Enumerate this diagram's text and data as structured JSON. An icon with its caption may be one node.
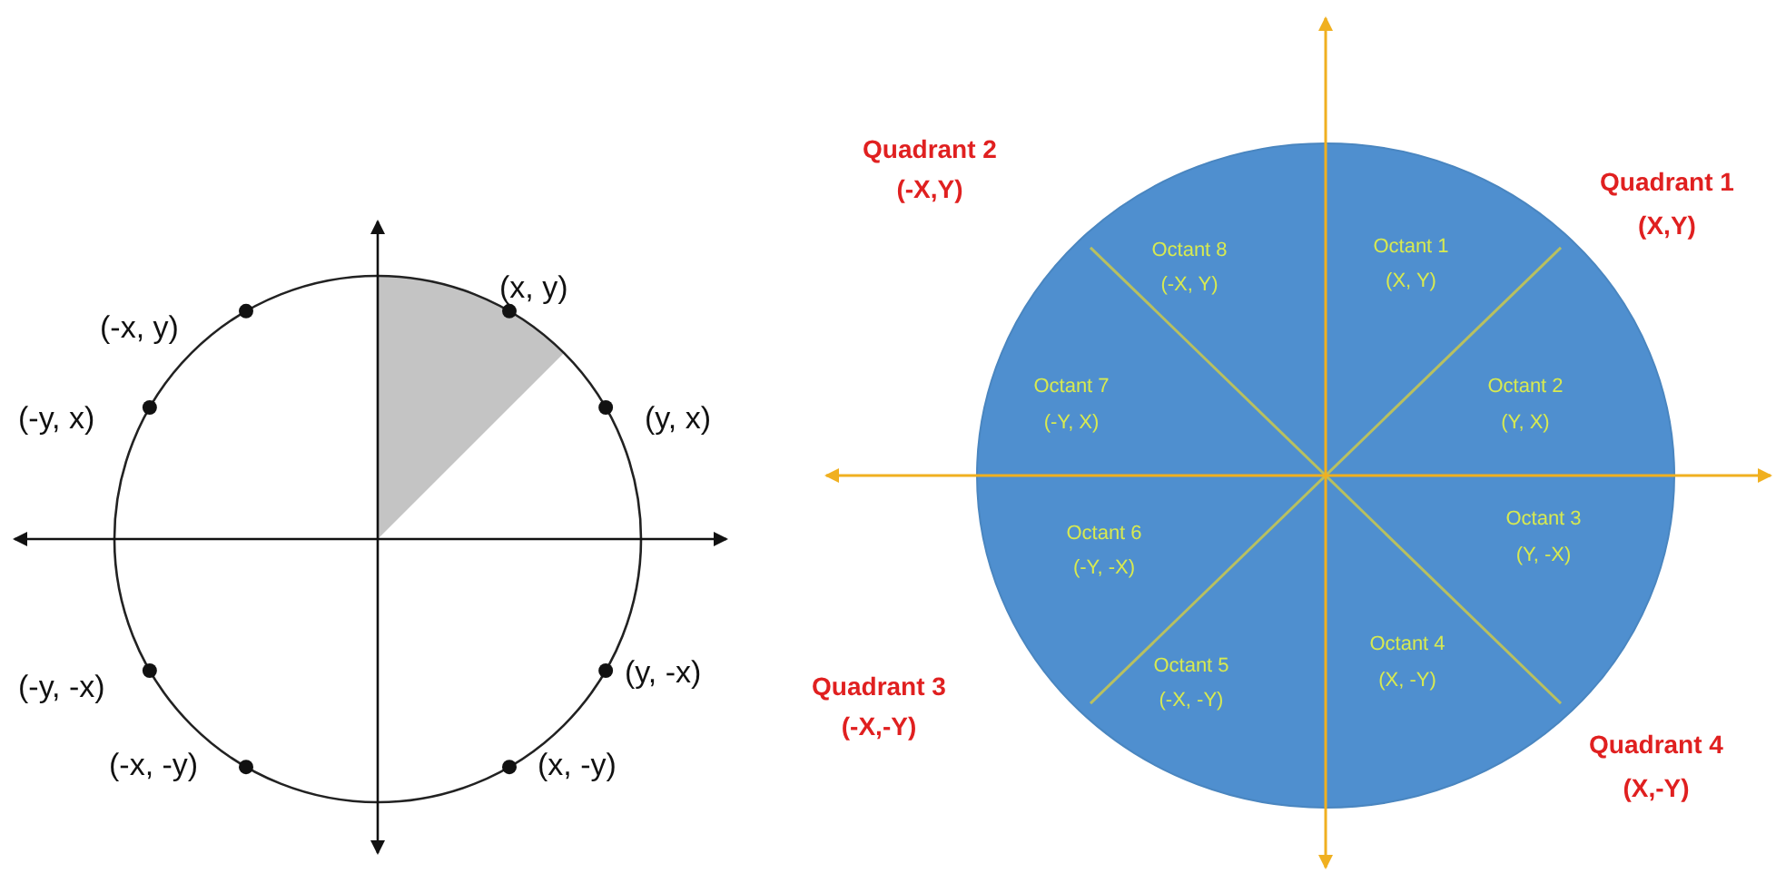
{
  "diagram": {
    "labels": [
      "(x, y)",
      "(-x, y)",
      "(-y, x)",
      "(y, x)",
      "(y, -x)",
      "(-y, -x)",
      "(-x, -y)",
      "(x, -y)",
      "Quadrant 2",
      "(-X,Y)",
      "Quadrant 1",
      "(X,Y)",
      "Octant 8",
      "(-X, Y)",
      "Octant 1",
      "(X, Y)",
      "Octant 7",
      "(-Y, X)",
      "Octant 2",
      "(Y, X)",
      "Octant 6",
      "(-Y, -X)",
      "Octant 3",
      "(Y, -X)",
      "Quadrant 3",
      "(-X,-Y)",
      "Octant 5",
      "(-X, -Y)",
      "Octant 4",
      "(X, -Y)",
      "Quadrant 4",
      "(X,-Y)"
    ]
  }
}
